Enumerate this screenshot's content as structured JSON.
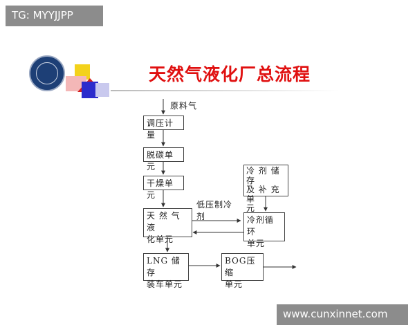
{
  "watermark_top": "TG: MYYJJPP",
  "watermark_bottom": "www.cunxinnet.com",
  "title": "天然气液化厂总流程",
  "logo_icon": "university-seal-icon",
  "colors": {
    "title": "#e01010",
    "box_border": "#444444",
    "arrow": "#333333"
  },
  "input_label": "原料气",
  "nodes": {
    "metering": "调压计量",
    "decarb": "脱碳单元",
    "drying": "干燥单元",
    "liquefaction_l1": "天 然 气 液",
    "liquefaction_l2": "化单元",
    "refrigerant_storage_l1": "冷 剂 储 存",
    "refrigerant_storage_l2": "及 补 充 单",
    "refrigerant_storage_l3": "元",
    "refrigerant_cycle_l1": "冷剂循环",
    "refrigerant_cycle_l2": "单元",
    "lng_l1": "LNG 储 存",
    "lng_l2": "装车单元",
    "bog_l1": "BOG压缩",
    "bog_l2": "单元"
  },
  "edge_label_l1": "低压制冷",
  "edge_label_l2": "剂"
}
